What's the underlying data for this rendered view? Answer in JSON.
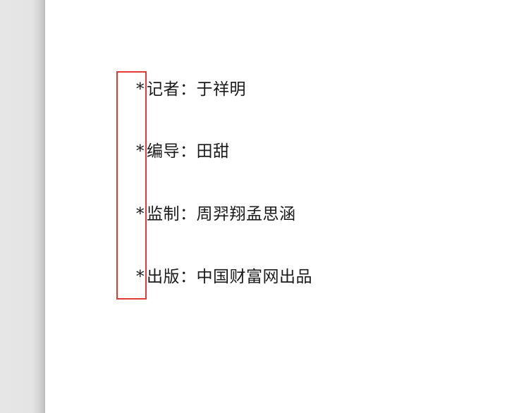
{
  "credits": [
    {
      "marker": "*",
      "text": "记者：于祥明"
    },
    {
      "marker": "*",
      "text": "编导：田甜"
    },
    {
      "marker": "*",
      "text": "监制：周羿翔孟思涵"
    },
    {
      "marker": "*",
      "text": "出版：中国财富网出品"
    }
  ],
  "annotation": {
    "color": "#e53935"
  }
}
